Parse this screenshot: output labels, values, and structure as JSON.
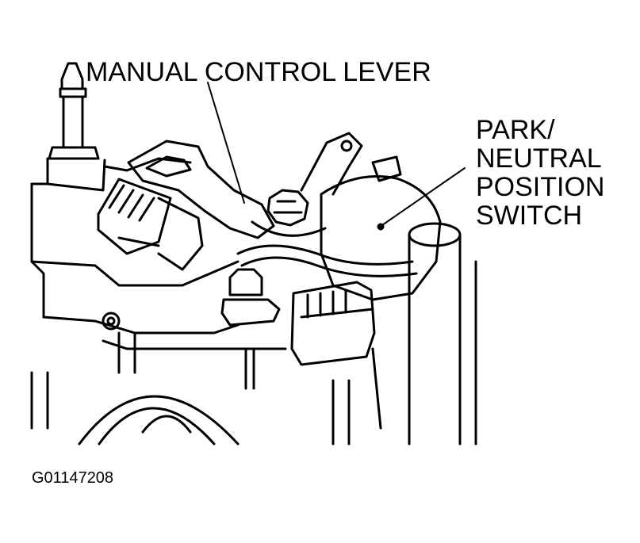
{
  "labels": {
    "manual_control_lever": "MANUAL CONTROL LEVER",
    "park_neutral_switch": [
      "PARK/",
      "NEUTRAL",
      "POSITION",
      "SWITCH"
    ],
    "figure_id": "G01147208"
  },
  "colors": {
    "ink": "#000000",
    "paper": "#ffffff"
  }
}
